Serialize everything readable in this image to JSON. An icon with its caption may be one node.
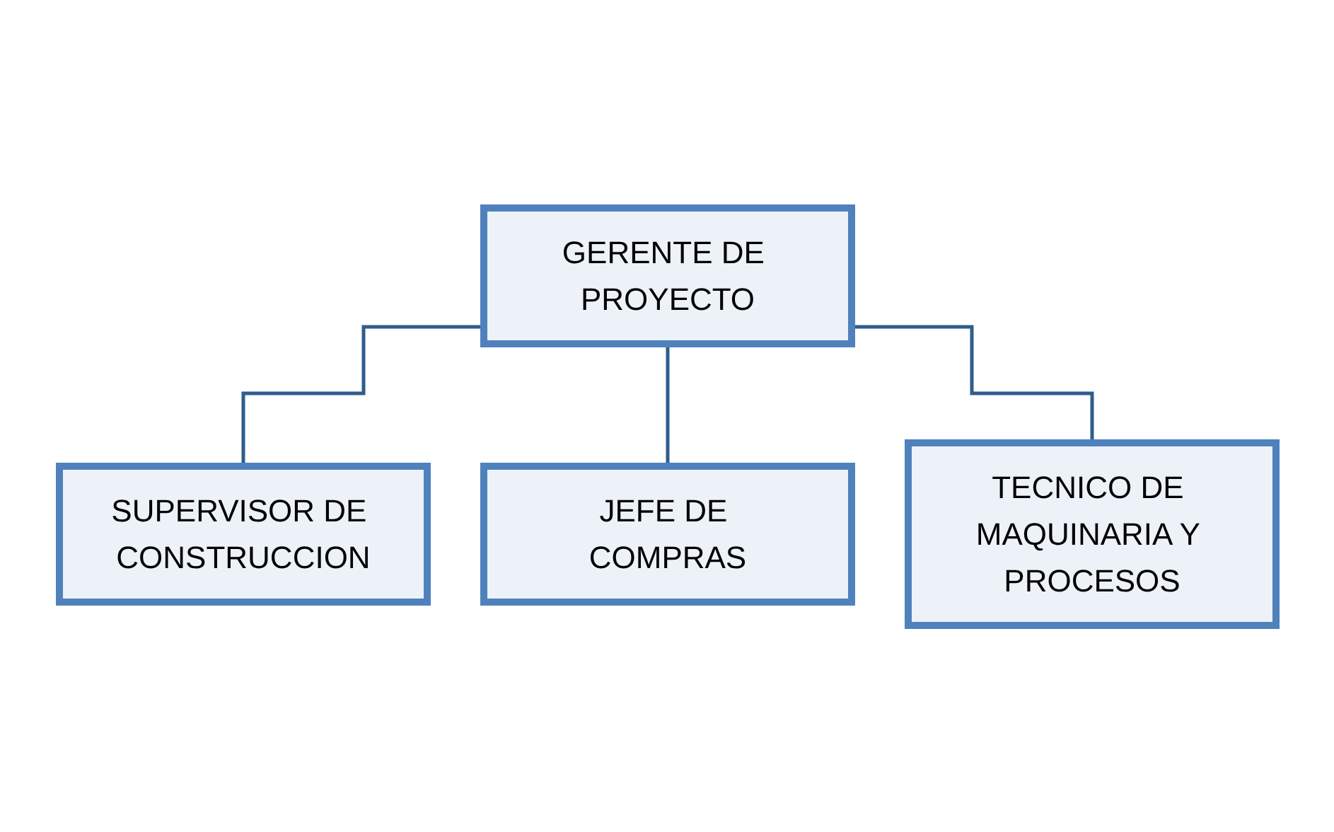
{
  "diagram": {
    "nodes": [
      {
        "text": [
          "GERENTE DE PROYECTO"
        ]
      },
      {
        "text": [
          "SUPERVISOR DE CONSTRUCCION"
        ]
      },
      {
        "text": [
          "JEFE DE COMPRAS"
        ]
      },
      {
        "text": [
          "TECNICO DE MAQUINARIA Y PROCESOS"
        ]
      }
    ],
    "edges": [
      {
        "from": 0,
        "to": 1,
        "arrow": "none"
      },
      {
        "from": 0,
        "to": 2,
        "arrow": "none"
      },
      {
        "from": 0,
        "to": 3,
        "arrow": "none"
      }
    ]
  }
}
